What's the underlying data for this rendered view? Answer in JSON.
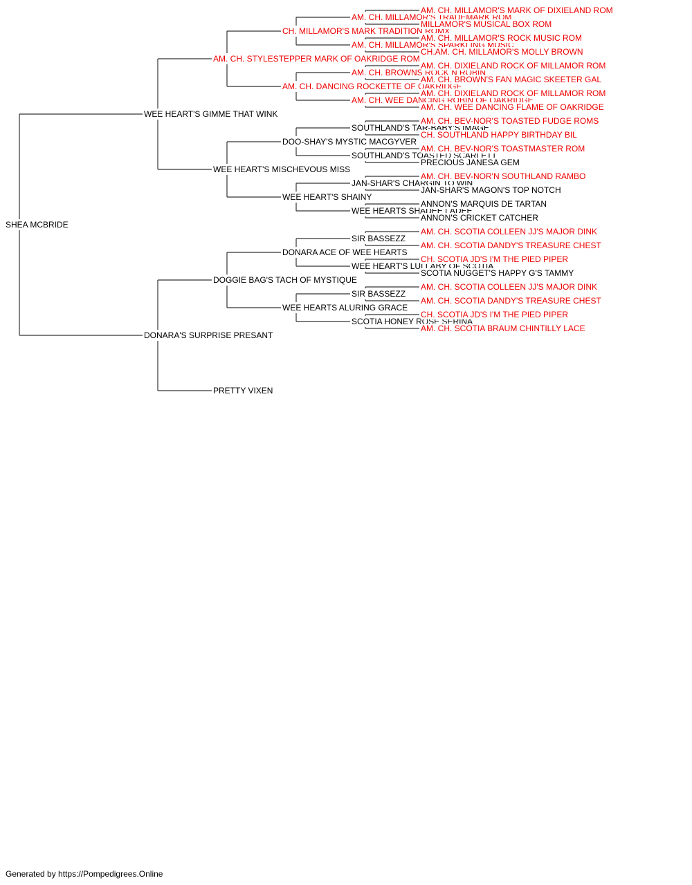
{
  "pedigree": {
    "name": "SHEA MCBRIDE",
    "champion": false,
    "sire": {
      "name": "WEE HEART'S GIMME THAT WINK",
      "champion": false,
      "sire": {
        "name": "AM. CH. STYLESTEPPER MARK OF OAKRIDGE ROM",
        "champion": true,
        "sire": {
          "name": "CH. MILLAMOR'S MARK TRADITION ROMX",
          "champion": true,
          "sire": {
            "name": "AM. CH. MILLAMOR'S TRADEMARK ROM",
            "champion": true,
            "sire": {
              "name": "AM. CH. MILLAMOR'S MARK OF DIXIELAND ROM",
              "champion": true
            },
            "dam": {
              "name": "MILLAMOR'S MUSICAL BOX ROM",
              "champion": true
            }
          },
          "dam": {
            "name": "AM. CH. MILLAMOR'S SPARKLING MUSIC",
            "champion": true,
            "sire": {
              "name": "AM. CH. MILLAMOR'S ROCK MUSIC ROM",
              "champion": true
            },
            "dam": {
              "name": "CH.AM. CH. MILLAMOR'S MOLLY BROWN",
              "champion": true
            }
          }
        },
        "dam": {
          "name": "AM. CH. DANCING ROCKETTE OF OAKRIDGE",
          "champion": true,
          "sire": {
            "name": "AM. CH. BROWNS ROCK N ROBIN",
            "champion": true,
            "sire": {
              "name": "AM. CH. DIXIELAND ROCK OF MILLAMOR ROM",
              "champion": true
            },
            "dam": {
              "name": "AM. CH. BROWN'S FAN MAGIC SKEETER GAL",
              "champion": true
            }
          },
          "dam": {
            "name": "AM. CH. WEE DANCING ROBIN OF OAKRIDGE",
            "champion": true,
            "sire": {
              "name": "AM. CH. DIXIELAND ROCK OF MILLAMOR ROM",
              "champion": true
            },
            "dam": {
              "name": "AM. CH. WEE DANCING FLAME OF OAKRIDGE",
              "champion": true
            }
          }
        }
      },
      "dam": {
        "name": "WEE HEART'S MISCHEVOUS MISS",
        "champion": false,
        "sire": {
          "name": "DOO-SHAY'S MYSTIC MACGYVER",
          "champion": false,
          "sire": {
            "name": "SOUTHLAND'S TAR-BABY'S IMAGE",
            "champion": false,
            "sire": {
              "name": "AM. CH. BEV-NOR'S TOASTED FUDGE ROMS",
              "champion": true
            },
            "dam": {
              "name": "CH. SOUTHLAND HAPPY BIRTHDAY BIL",
              "champion": true
            }
          },
          "dam": {
            "name": "SOUTHLAND'S TOASTED SCARLETT",
            "champion": false,
            "sire": {
              "name": "AM. CH. BEV-NOR'S TOASTMASTER ROM",
              "champion": true
            },
            "dam": {
              "name": "PRECIOUS JANESA GEM",
              "champion": false
            }
          }
        },
        "dam": {
          "name": "WEE HEART'S SHAINY",
          "champion": false,
          "sire": {
            "name": "JAN-SHAR'S CHARGIN TO WIN",
            "champion": false,
            "sire": {
              "name": "AM. CH. BEV-NOR'N SOUTHLAND RAMBO",
              "champion": true
            },
            "dam": {
              "name": "JAN-SHAR'S MAGON'S TOP NOTCH",
              "champion": false
            }
          },
          "dam": {
            "name": "WEE HEARTS SHADEE LADEE",
            "champion": false,
            "sire": {
              "name": "ANNON'S MARQUIS DE TARTAN",
              "champion": false
            },
            "dam": {
              "name": "ANNON'S CRICKET CATCHER",
              "champion": false
            }
          }
        }
      }
    },
    "dam": {
      "name": "DONARA'S SURPRISE PRESANT",
      "champion": false,
      "sire": {
        "name": "DOGGIE BAG'S TACH OF MYSTIQUE",
        "champion": false,
        "sire": {
          "name": "DONARA ACE OF WEE HEARTS",
          "champion": false,
          "sire": {
            "name": "SIR BASSEZZ",
            "champion": false,
            "sire": {
              "name": "AM. CH. SCOTIA COLLEEN JJ'S MAJOR DINK",
              "champion": true
            },
            "dam": {
              "name": "AM. CH. SCOTIA DANDY'S TREASURE CHEST",
              "champion": true
            }
          },
          "dam": {
            "name": "WEE HEART'S LULLABY OF SCOTIA",
            "champion": false,
            "sire": {
              "name": "CH. SCOTIA JD'S I'M THE PIED PIPER",
              "champion": true
            },
            "dam": {
              "name": "SCOTIA NUGGET'S HAPPY G'S TAMMY",
              "champion": false
            }
          }
        },
        "dam": {
          "name": "WEE HEARTS ALURING GRACE",
          "champion": false,
          "sire": {
            "name": "SIR BASSEZZ",
            "champion": false,
            "sire": {
              "name": "AM. CH. SCOTIA COLLEEN JJ'S MAJOR DINK",
              "champion": true
            },
            "dam": {
              "name": "AM. CH. SCOTIA DANDY'S TREASURE CHEST",
              "champion": true
            }
          },
          "dam": {
            "name": "SCOTIA HONEY ROSE SERINA",
            "champion": false,
            "sire": {
              "name": "CH. SCOTIA JD'S I'M THE PIED PIPER",
              "champion": true
            },
            "dam": {
              "name": "AM. CH. SCOTIA BRAUM CHINTILLY LACE",
              "champion": true
            }
          }
        }
      },
      "dam": {
        "name": "PRETTY VIXEN",
        "champion": false
      }
    }
  },
  "colors": {
    "champion": "#ee0000",
    "regular": "#000000",
    "line": "#333333"
  },
  "footer": "Generated by https://Pompedigrees.Online"
}
